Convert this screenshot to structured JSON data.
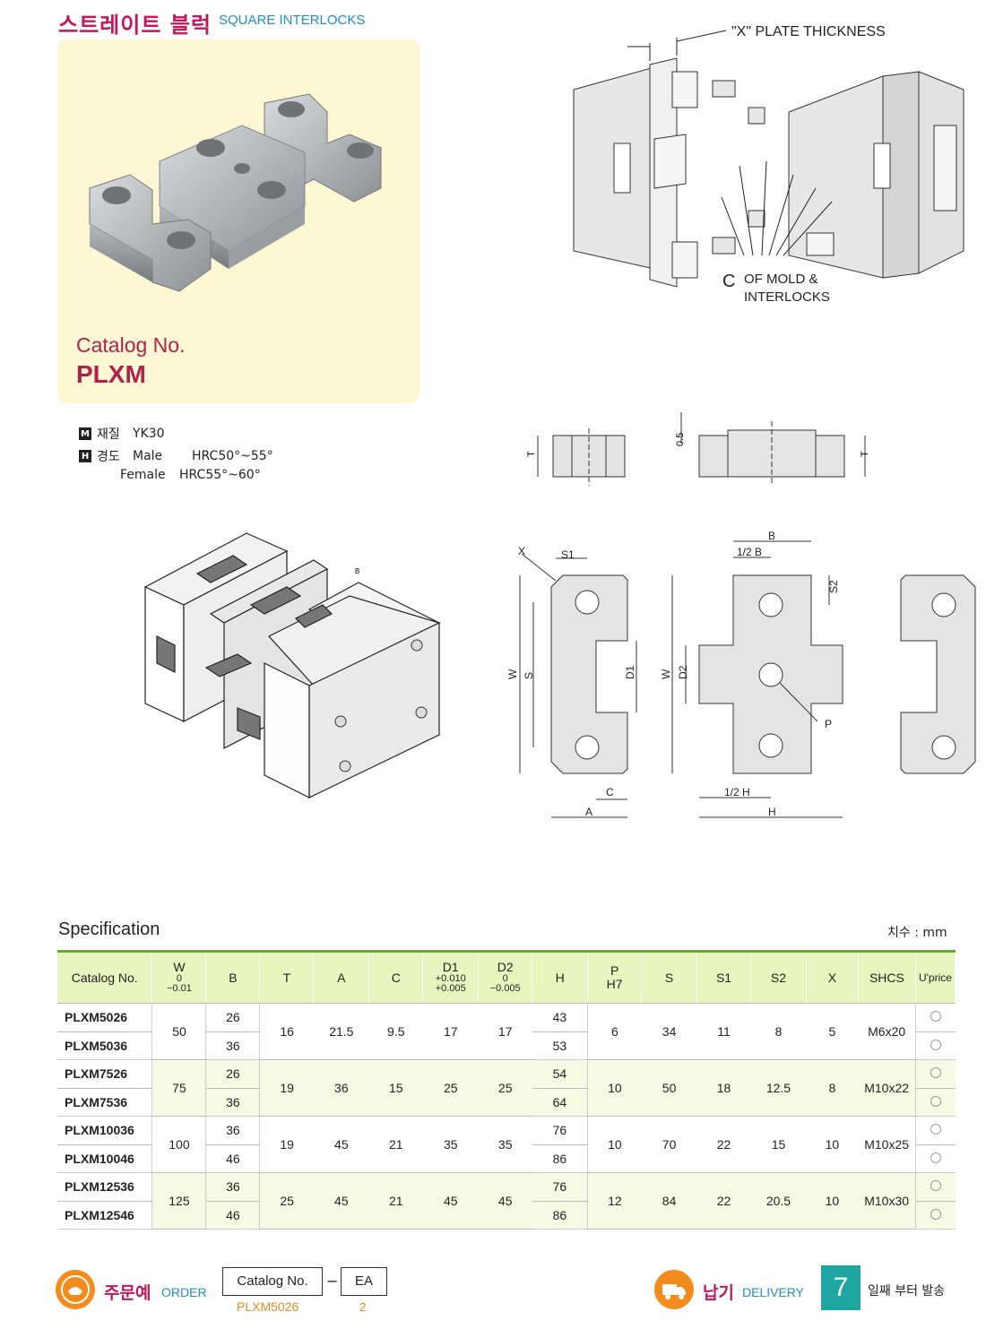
{
  "header": {
    "title_ko": "스트레이트 블럭",
    "title_en": "SQUARE INTERLOCKS"
  },
  "product": {
    "catalog_label": "Catalog No.",
    "catalog_value": "PLXM"
  },
  "material": {
    "m_badge": "M",
    "m_label": "재질",
    "m_value": "YK30",
    "h_badge": "H",
    "h_label": "경도",
    "male_label": "Male",
    "male_value": "HRC50°~55°",
    "female_label": "Female",
    "female_value": "HRC55°~60°"
  },
  "diagram_labels": {
    "plate_thickness": "\"X\" PLATE THICKNESS",
    "c_symbol": "C",
    "of_mold": "OF MOLD &",
    "interlocks": "INTERLOCKS",
    "t": "T",
    "half_mm": "0.5",
    "x": "X",
    "s1": "S1",
    "w": "W",
    "s": "S",
    "d1": "D1",
    "c": "C",
    "a": "A",
    "b": "B",
    "half_b": "1/2 B",
    "s2": "S2",
    "d2": "D2",
    "p": "P",
    "half_h": "1/2 H",
    "h": "H",
    "iso_b": "B"
  },
  "spec": {
    "title": "Specification",
    "unit": "치수 : mm",
    "headers": {
      "catalog": "Catalog No.",
      "w": "W",
      "w_tol1": "0",
      "w_tol2": "−0.01",
      "b": "B",
      "t": "T",
      "a": "A",
      "c": "C",
      "d1": "D1",
      "d1_tol1": "+0.010",
      "d1_tol2": "+0.005",
      "d2": "D2",
      "d2_tol1": "0",
      "d2_tol2": "−0.005",
      "h": "H",
      "p": "P",
      "p_sub": "H7",
      "s": "S",
      "s1": "S1",
      "s2": "S2",
      "x": "X",
      "shcs": "SHCS",
      "uprice": "U'price"
    },
    "groups": [
      {
        "w": "50",
        "t": "16",
        "a": "21.5",
        "c": "9.5",
        "d1": "17",
        "d2": "17",
        "p": "6",
        "s": "34",
        "s1": "11",
        "s2": "8",
        "x": "5",
        "shcs": "M6x20",
        "rows": [
          {
            "catalog": "PLXM5026",
            "b": "26",
            "h": "43"
          },
          {
            "catalog": "PLXM5036",
            "b": "36",
            "h": "53"
          }
        ]
      },
      {
        "w": "75",
        "t": "19",
        "a": "36",
        "c": "15",
        "d1": "25",
        "d2": "25",
        "p": "10",
        "s": "50",
        "s1": "18",
        "s2": "12.5",
        "x": "8",
        "shcs": "M10x22",
        "rows": [
          {
            "catalog": "PLXM7526",
            "b": "26",
            "h": "54"
          },
          {
            "catalog": "PLXM7536",
            "b": "36",
            "h": "64"
          }
        ]
      },
      {
        "w": "100",
        "t": "19",
        "a": "45",
        "c": "21",
        "d1": "35",
        "d2": "35",
        "p": "10",
        "s": "70",
        "s1": "22",
        "s2": "15",
        "x": "10",
        "shcs": "M10x25",
        "rows": [
          {
            "catalog": "PLXM10036",
            "b": "36",
            "h": "76"
          },
          {
            "catalog": "PLXM10046",
            "b": "46",
            "h": "86"
          }
        ]
      },
      {
        "w": "125",
        "t": "25",
        "a": "45",
        "c": "21",
        "d1": "45",
        "d2": "45",
        "p": "12",
        "s": "84",
        "s1": "22",
        "s2": "20.5",
        "x": "10",
        "shcs": "M10x30",
        "rows": [
          {
            "catalog": "PLXM12536",
            "b": "36",
            "h": "76"
          },
          {
            "catalog": "PLXM12546",
            "b": "46",
            "h": "86"
          }
        ]
      }
    ]
  },
  "footer": {
    "order_ko": "주문예",
    "order_en": "ORDER",
    "order_catalog_label": "Catalog No.",
    "order_dash": "−",
    "order_ea_label": "EA",
    "order_catalog_example": "PLXM5026",
    "order_ea_example": "2",
    "delivery_ko": "납기",
    "delivery_en": "DELIVERY",
    "delivery_days": "7",
    "delivery_text": "일째 부터 발송"
  },
  "colors": {
    "brand_pink": "#c2185b",
    "brand_blue": "#1e8fc8",
    "header_green": "#e9f5bf",
    "accent_orange": "#f28c1c",
    "teal": "#1fa6a0"
  }
}
